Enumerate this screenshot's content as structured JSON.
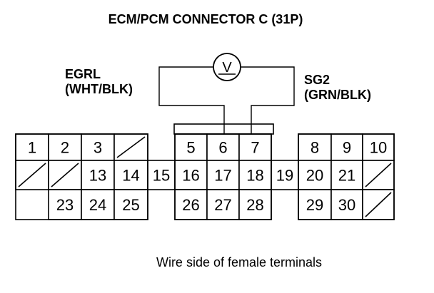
{
  "title": "ECM/PCM CONNECTOR C (31P)",
  "caption": "Wire side of female terminals",
  "meter": {
    "symbol": "V",
    "icon": "voltmeter-icon"
  },
  "wires": {
    "left": {
      "name": "EGRL",
      "color": "(WHT/BLK)"
    },
    "right": {
      "name": "SG2",
      "color": "(GRN/BLK)"
    }
  },
  "connector": {
    "rows": [
      [
        "1",
        "2",
        "3",
        "/",
        null,
        "5",
        "6",
        "7",
        null,
        "8",
        "9",
        "10"
      ],
      [
        "/",
        "/",
        "13",
        "14",
        "15",
        "16",
        "17",
        "18",
        "19",
        "20",
        "21",
        "/"
      ],
      [
        null,
        "23",
        "24",
        "25",
        null,
        "26",
        "27",
        "28",
        null,
        "29",
        "30",
        "/"
      ]
    ],
    "probed_pins": [
      "6",
      "7"
    ]
  }
}
